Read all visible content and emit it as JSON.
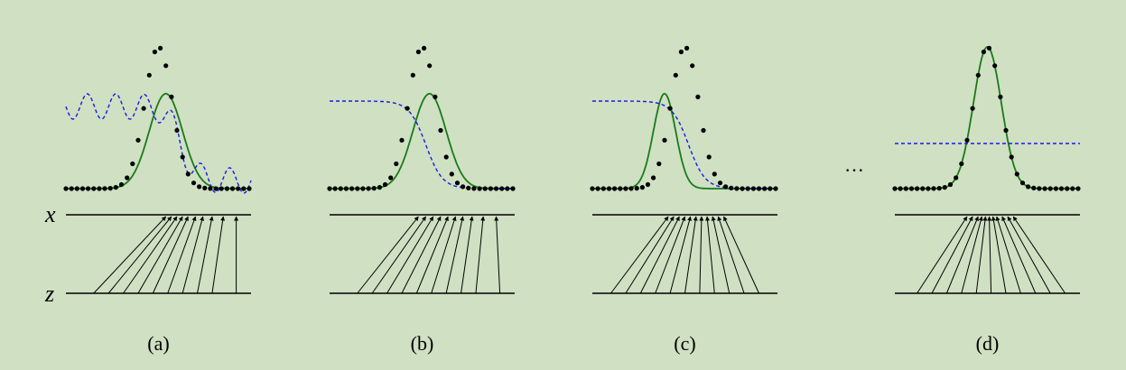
{
  "axes": {
    "x_label": "x",
    "z_label": "z"
  },
  "ellipsis": "···",
  "colors": {
    "background": "#cfe0c3",
    "real_data": "#000000",
    "generator": "#1a7a1a",
    "discriminator": "#1a1ae6",
    "mapping": "#000000"
  },
  "panels": [
    {
      "id": "a",
      "label": "(a)",
      "gen_mean": 0.54,
      "gen_sd": 0.09,
      "disc": "wavy"
    },
    {
      "id": "b",
      "label": "(b)",
      "gen_mean": 0.54,
      "gen_sd": 0.09,
      "disc": "sigmoid",
      "disc_center": 0.46
    },
    {
      "id": "c",
      "label": "(c)",
      "gen_mean": 0.39,
      "gen_sd": 0.06,
      "disc": "sigmoid",
      "disc_center": 0.46
    },
    {
      "id": "d",
      "label": "(d)",
      "gen_mean": 0.5,
      "gen_sd": 0.07,
      "disc": "flat",
      "disc_level": 0.5
    }
  ]
}
